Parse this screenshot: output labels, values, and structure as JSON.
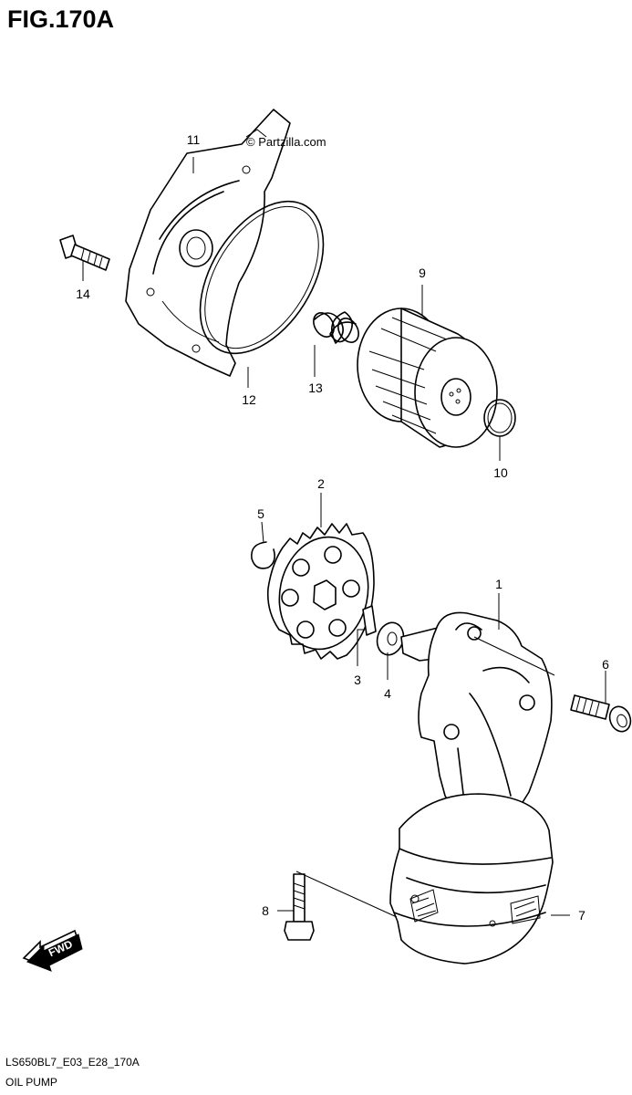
{
  "figure": {
    "title": "FIG.170A",
    "watermark": "© Partzilla.com",
    "code": "LS650BL7_E03_E28_170A",
    "caption": "OIL PUMP"
  },
  "callouts": [
    "1",
    "2",
    "3",
    "4",
    "5",
    "6",
    "7",
    "8",
    "9",
    "10",
    "11",
    "12",
    "13",
    "14"
  ],
  "direction_arrow": {
    "label": "FWD",
    "icon": "fwd-arrow-icon"
  },
  "colors": {
    "line": "#000000",
    "background": "#ffffff"
  }
}
